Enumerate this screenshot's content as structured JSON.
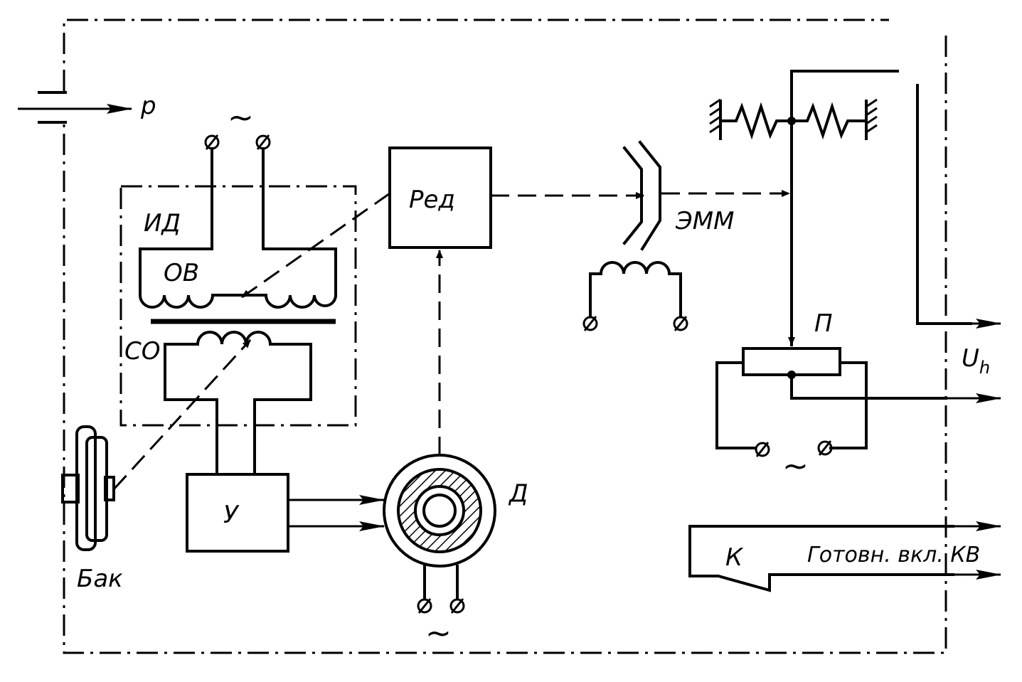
{
  "labels": {
    "p": "p",
    "id": "ИД",
    "ov": "ОВ",
    "co": "СО",
    "red": "Ред",
    "u": "У",
    "d": "Д",
    "bak": "Бак",
    "emm": "ЭММ",
    "pot": "П",
    "uh_main": "U",
    "uh_sub": "h",
    "k": "К",
    "ready": "Готовн. вкл. КВ"
  },
  "ac_symbol": "~"
}
